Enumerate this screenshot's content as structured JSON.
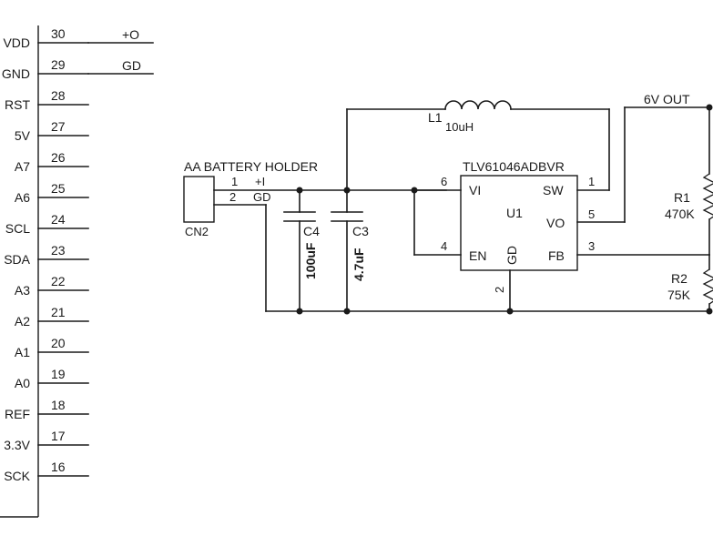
{
  "header_pins": [
    {
      "num": "30",
      "name": "VDD",
      "net": "+O"
    },
    {
      "num": "29",
      "name": "GND",
      "net": "GD"
    },
    {
      "num": "28",
      "name": "RST"
    },
    {
      "num": "27",
      "name": "5V"
    },
    {
      "num": "26",
      "name": "A7"
    },
    {
      "num": "25",
      "name": "A6"
    },
    {
      "num": "24",
      "name": "SCL"
    },
    {
      "num": "23",
      "name": "SDA"
    },
    {
      "num": "22",
      "name": "A3"
    },
    {
      "num": "21",
      "name": "A2"
    },
    {
      "num": "20",
      "name": "A1"
    },
    {
      "num": "19",
      "name": "A0"
    },
    {
      "num": "18",
      "name": "REF"
    },
    {
      "num": "17",
      "name": "3.3V"
    },
    {
      "num": "16",
      "name": "SCK"
    }
  ],
  "battery": {
    "title": "AA BATTERY HOLDER",
    "ref": "CN2",
    "pin1_num": "1",
    "pin1_name": "+I",
    "pin2_num": "2",
    "pin2_name": "GD"
  },
  "inductor": {
    "ref": "L1",
    "value": "10uH"
  },
  "c4": {
    "ref": "C4",
    "value": "100uF"
  },
  "c3": {
    "ref": "C3",
    "value": "4.7uF"
  },
  "ic": {
    "part": "TLV61046ADBVR",
    "ref": "U1",
    "pins": {
      "vi": {
        "num": "6",
        "name": "VI"
      },
      "en": {
        "num": "4",
        "name": "EN"
      },
      "sw": {
        "num": "1",
        "name": "SW"
      },
      "vo": {
        "num": "5",
        "name": "VO"
      },
      "fb": {
        "num": "3",
        "name": "FB"
      },
      "gd": {
        "num": "2",
        "name": "GD"
      }
    }
  },
  "output_label": "6V OUT",
  "r1": {
    "ref": "R1",
    "value": "470K"
  },
  "r2": {
    "ref": "R2",
    "value": "75K"
  }
}
